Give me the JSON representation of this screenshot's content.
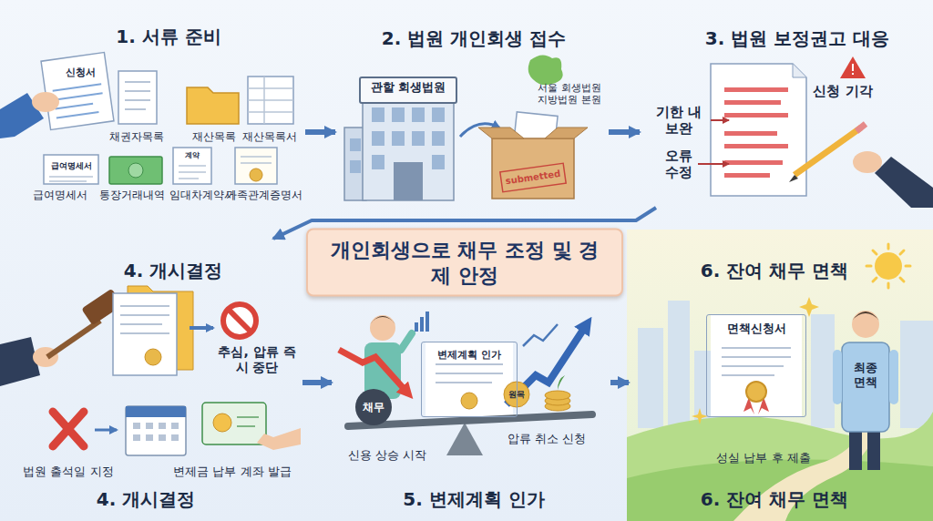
{
  "diagram": {
    "title": "개인회생으로 채무 조정 및 경제 안정",
    "nodes": [
      {
        "text": [
          "1. 서류 준비"
        ]
      },
      {
        "text": [
          "2. 법원 개인회생 접수"
        ]
      },
      {
        "text": [
          "관할 회생법원"
        ],
        "in": 1
      },
      {
        "text": [
          "3. 법원 보정권고 대응"
        ]
      },
      {
        "text": [
          "4. 개시결정"
        ]
      },
      {
        "text": [
          "5. 변제계획 인가"
        ]
      },
      {
        "text": [
          "변제계획 인가"
        ],
        "in": 5
      },
      {
        "text": [
          "6. 잔여 채무 면책"
        ]
      },
      {
        "text": [
          "면책신청서"
        ],
        "in": 7
      }
    ],
    "edges": [
      {
        "from": 0,
        "to": 1,
        "arrow": "to"
      },
      {
        "from": 1,
        "to": 3,
        "arrow": "to"
      },
      {
        "from": 3,
        "to": 4,
        "arrow": "to"
      },
      {
        "from": 4,
        "to": 5,
        "arrow": "to"
      },
      {
        "from": 5,
        "to": 7,
        "arrow": "to"
      }
    ],
    "labels": [
      "신청서",
      "채권자목록",
      "재산목록",
      "재산목록서",
      "급여명세서",
      "계약",
      "급여명세서",
      "통장거래내역",
      "임대차계약서",
      "가족관계증명서",
      "서울 회생법원 지방법원 본원",
      "submetted",
      "신청 기각",
      "기한 내 보완",
      "오류 수정",
      "추심, 압류 즉시 중단",
      "법원 출석일 지정",
      "변제금 납부 계좌 발급",
      "4. 개시결정",
      "채무",
      "원목",
      "신용 상승 시작",
      "압류 취소 신청",
      "최종 면책",
      "성실 납부 후 제출",
      "6. 잔여 채무 면책"
    ]
  }
}
